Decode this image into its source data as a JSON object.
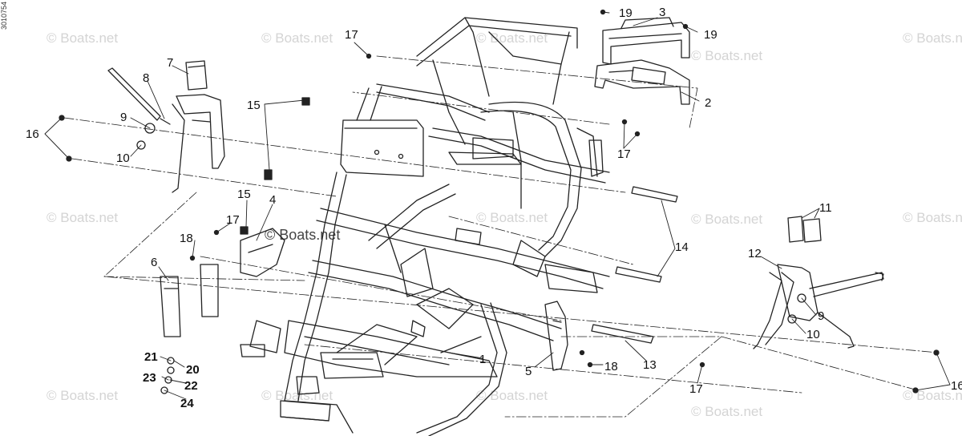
{
  "diagram": {
    "edge_code": "3010754",
    "watermark_text": "© Boats.net",
    "callouts": [
      {
        "id": "c1",
        "text": "1"
      },
      {
        "id": "c2",
        "text": "2"
      },
      {
        "id": "c3",
        "text": "3"
      },
      {
        "id": "c4",
        "text": "4"
      },
      {
        "id": "c5",
        "text": "5"
      },
      {
        "id": "c6",
        "text": "6"
      },
      {
        "id": "c7",
        "text": "7"
      },
      {
        "id": "c8",
        "text": "8"
      },
      {
        "id": "c9a",
        "text": "9"
      },
      {
        "id": "c9b",
        "text": "9"
      },
      {
        "id": "c10a",
        "text": "10"
      },
      {
        "id": "c10b",
        "text": "10"
      },
      {
        "id": "c11",
        "text": "11"
      },
      {
        "id": "c12",
        "text": "12"
      },
      {
        "id": "c13",
        "text": "13"
      },
      {
        "id": "c14",
        "text": "14"
      },
      {
        "id": "c15a",
        "text": "15"
      },
      {
        "id": "c15b",
        "text": "15"
      },
      {
        "id": "c16a",
        "text": "16"
      },
      {
        "id": "c16b",
        "text": "16"
      },
      {
        "id": "c17a",
        "text": "17"
      },
      {
        "id": "c17b",
        "text": "17"
      },
      {
        "id": "c17c",
        "text": "17"
      },
      {
        "id": "c17d",
        "text": "17"
      },
      {
        "id": "c18a",
        "text": "18"
      },
      {
        "id": "c18b",
        "text": "18"
      },
      {
        "id": "c19a",
        "text": "19"
      },
      {
        "id": "c19b",
        "text": "19"
      },
      {
        "id": "c20",
        "text": "20"
      },
      {
        "id": "c21",
        "text": "21"
      },
      {
        "id": "c22",
        "text": "22"
      },
      {
        "id": "c23",
        "text": "23"
      },
      {
        "id": "c24",
        "text": "24"
      }
    ]
  }
}
